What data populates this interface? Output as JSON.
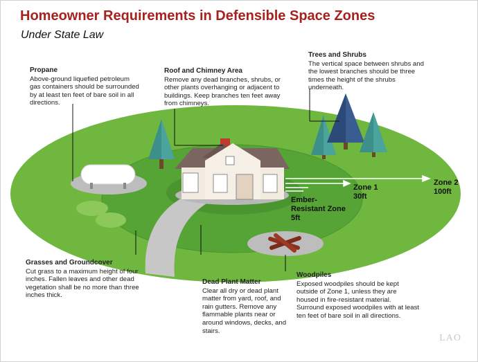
{
  "title": "Homeowner Requirements in Defensible Space Zones",
  "subtitle": "Under State Law",
  "callouts": {
    "propane": {
      "heading": "Propane",
      "body": "Above-ground liquefied petroleum gas containers should be surrounded by at least ten feet of bare soil in all directions."
    },
    "roof": {
      "heading": "Roof and Chimney Area",
      "body": "Remove any dead branches, shrubs, or other plants overhanging or adjacent to buildings. Keep branches ten feet away from chimneys."
    },
    "trees": {
      "heading": "Trees and Shrubs",
      "body": "The vertical space between shrubs and the lowest branches should be three times the height of the shrubs underneath."
    },
    "grasses": {
      "heading": "Grasses and Groundcover",
      "body": "Cut grass to a maximum height of four inches. Fallen leaves and other dead vegetation shall be no more than three inches thick."
    },
    "deadplant": {
      "heading": "Dead Plant Matter",
      "body": "Clear all dry or dead plant matter from yard, roof, and rain gutters. Remove any flammable plants near or around windows, decks, and stairs."
    },
    "woodpiles": {
      "heading": "Woodpiles",
      "body": "Exposed woodpiles should be kept outside of Zone 1, unless they are housed in fire-resistant material. Surround exposed woodpiles with at least ten feet of bare soil in all directions."
    }
  },
  "zones": {
    "ember": {
      "line1": "Ember-",
      "line2": "Resistant Zone",
      "line3": "5ft"
    },
    "zone1": {
      "line1": "Zone 1",
      "line2": "30ft"
    },
    "zone2": {
      "line1": "Zone 2",
      "line2": "100ft"
    }
  },
  "logo": "LAO",
  "colors": {
    "title": "#a5221e",
    "zone2_grass": "#6fb73e",
    "zone1_grass": "#54a334",
    "ember_zone": "#4f9a31",
    "path": "#c9c9c9",
    "trees_teal": "#3d8f8a",
    "tree_navy": "#2b4a78"
  }
}
